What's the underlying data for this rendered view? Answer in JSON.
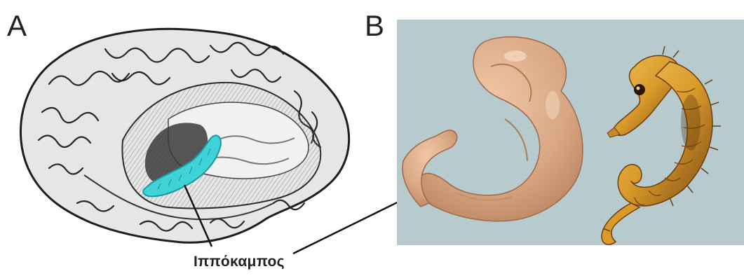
{
  "figure": {
    "panel_a_label": "A",
    "panel_b_label": "B",
    "structure_label": "Ιππόκαμπος"
  },
  "colors": {
    "hippocampus_highlight": "#3fd3d8",
    "specimen_background": "#b7cbcf",
    "brain_fill": "#dcdcdc",
    "brain_shadow": "#3a3a3a",
    "specimen_flesh": "#d9a784",
    "seahorse_body": "#d99a2b"
  },
  "icons": {
    "panel_a": "brain-section-illustration",
    "panel_b_left": "dissected-hippocampus-photo",
    "panel_b_right": "seahorse-photo"
  }
}
